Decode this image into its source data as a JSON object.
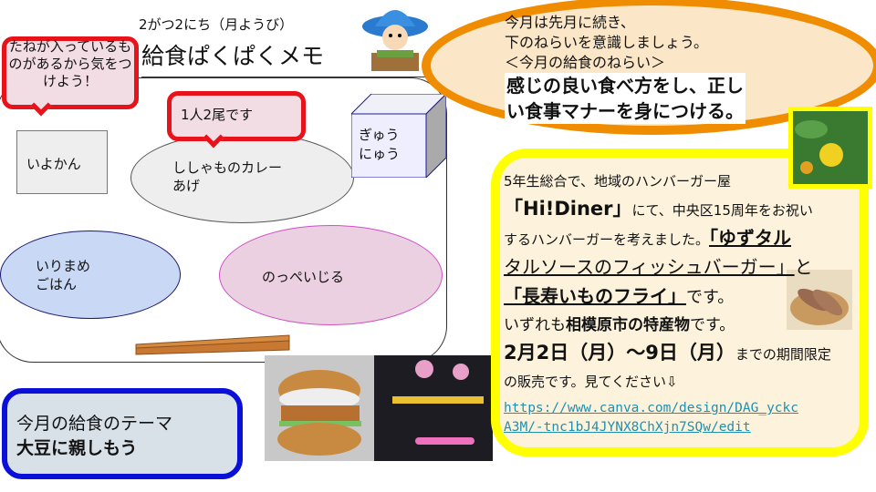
{
  "header": {
    "date": "2がつ2にち（月ようび）",
    "title": "給食ぱくぱくメモ"
  },
  "callouts": {
    "seeds": "たねが入っているものがあるから気をつけよう！",
    "count": "1人2尾です"
  },
  "menu": {
    "fruit": "いよかん",
    "main": [
      "ししゃものカレー",
      "あげ"
    ],
    "milk": [
      "ぎゅう",
      "にゅう"
    ],
    "rice": [
      "いりまめ",
      "ごはん"
    ],
    "soup": "のっぺいじる"
  },
  "theme": {
    "label": "今月の給食のテーマ",
    "value": "大豆に親しもう"
  },
  "aim": {
    "lines": [
      "今月は先月に続き、",
      "下のねらいを意識しましょう。",
      "＜今月の給食のねらい＞"
    ],
    "goal": [
      "感じの良い食べ方をし、正し",
      "い食事マナーを身につける。"
    ]
  },
  "promo": {
    "l1": "5年生総合で、地域のハンバーガー屋",
    "shop": "「Hi!Diner」",
    "l2": "にて、中央区15周年をお祝い",
    "l3": "するハンバーガーを考えました。",
    "item1a": "「ゆずタル",
    "item1b": "タルソースのフィッシュバーガー」",
    "to": "と",
    "item2": "「長寿いものフライ」",
    "desu": "です。",
    "l4a": "いずれも",
    "l4b": "相模原市の特産物",
    "l4c": "です。",
    "period": "2月2日（月）～9日（月）",
    "l5": "までの期間限定",
    "l6": "の販売です。見てください⇩",
    "url1": "https://www.canva.com/design/DAG_yckc",
    "url2": "A3M/-tnc1bJ4JYNX8ChXjn7SQw/edit"
  },
  "colors": {
    "red": "#e8121a",
    "orange": "#f08c00",
    "yellow": "#ffff00",
    "blue": "#0a10d8",
    "link": "#2090b0"
  }
}
